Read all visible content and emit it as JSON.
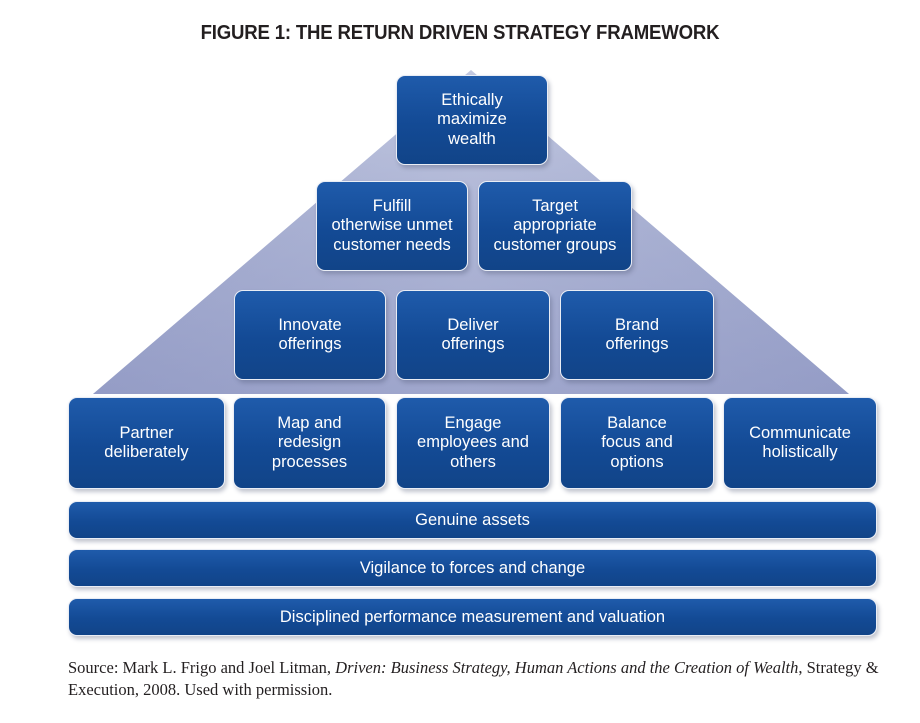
{
  "figure": {
    "title": "FIGURE 1: THE RETURN DRIVEN STRATEGY FRAMEWORK",
    "background_color": "#ffffff",
    "node_color": "#15539f",
    "node_text_color": "#ffffff",
    "pyramid_color": "#9aa2c8",
    "title_color": "#231f20"
  },
  "diagram": {
    "type": "pyramid-framework",
    "tiers": [
      {
        "tier": 1,
        "name": "apex",
        "boxes": [
          {
            "id": "ethically-maximize-wealth",
            "lines": [
              "Ethically",
              "maximize",
              "wealth"
            ]
          }
        ]
      },
      {
        "tier": 2,
        "name": "commitments",
        "boxes": [
          {
            "id": "fulfill-unmet-needs",
            "lines": [
              "Fulfill",
              "otherwise unmet",
              "customer needs"
            ]
          },
          {
            "id": "target-customer-groups",
            "lines": [
              "Target",
              "appropriate",
              "customer groups"
            ]
          }
        ]
      },
      {
        "tier": 3,
        "name": "offerings",
        "boxes": [
          {
            "id": "innovate-offerings",
            "lines": [
              "Innovate",
              "offerings"
            ]
          },
          {
            "id": "deliver-offerings",
            "lines": [
              "Deliver",
              "offerings"
            ]
          },
          {
            "id": "brand-offerings",
            "lines": [
              "Brand",
              "offerings"
            ]
          }
        ]
      },
      {
        "tier": 4,
        "name": "supporting-activities",
        "boxes": [
          {
            "id": "partner-deliberately",
            "lines": [
              "Partner",
              "deliberately"
            ]
          },
          {
            "id": "map-redesign-processes",
            "lines": [
              "Map and",
              "redesign",
              "processes"
            ]
          },
          {
            "id": "engage-employees",
            "lines": [
              "Engage",
              "employees and",
              "others"
            ]
          },
          {
            "id": "balance-focus-options",
            "lines": [
              "Balance",
              "focus and",
              "options"
            ]
          },
          {
            "id": "communicate-holistically",
            "lines": [
              "Communicate",
              "holistically"
            ]
          }
        ]
      }
    ],
    "foundation_bars": [
      {
        "id": "genuine-assets",
        "label": "Genuine assets"
      },
      {
        "id": "vigilance-forces-change",
        "label": "Vigilance to forces and change"
      },
      {
        "id": "disciplined-performance",
        "label": "Disciplined performance measurement and valuation"
      }
    ]
  },
  "source": {
    "prefix": "Source: Mark L. Frigo and Joel Litman, ",
    "title_italic": "Driven: Business Strategy, Human Actions and the Creation of Wealth",
    "suffix": ", Strategy & Execution, 2008. Used with permission."
  }
}
